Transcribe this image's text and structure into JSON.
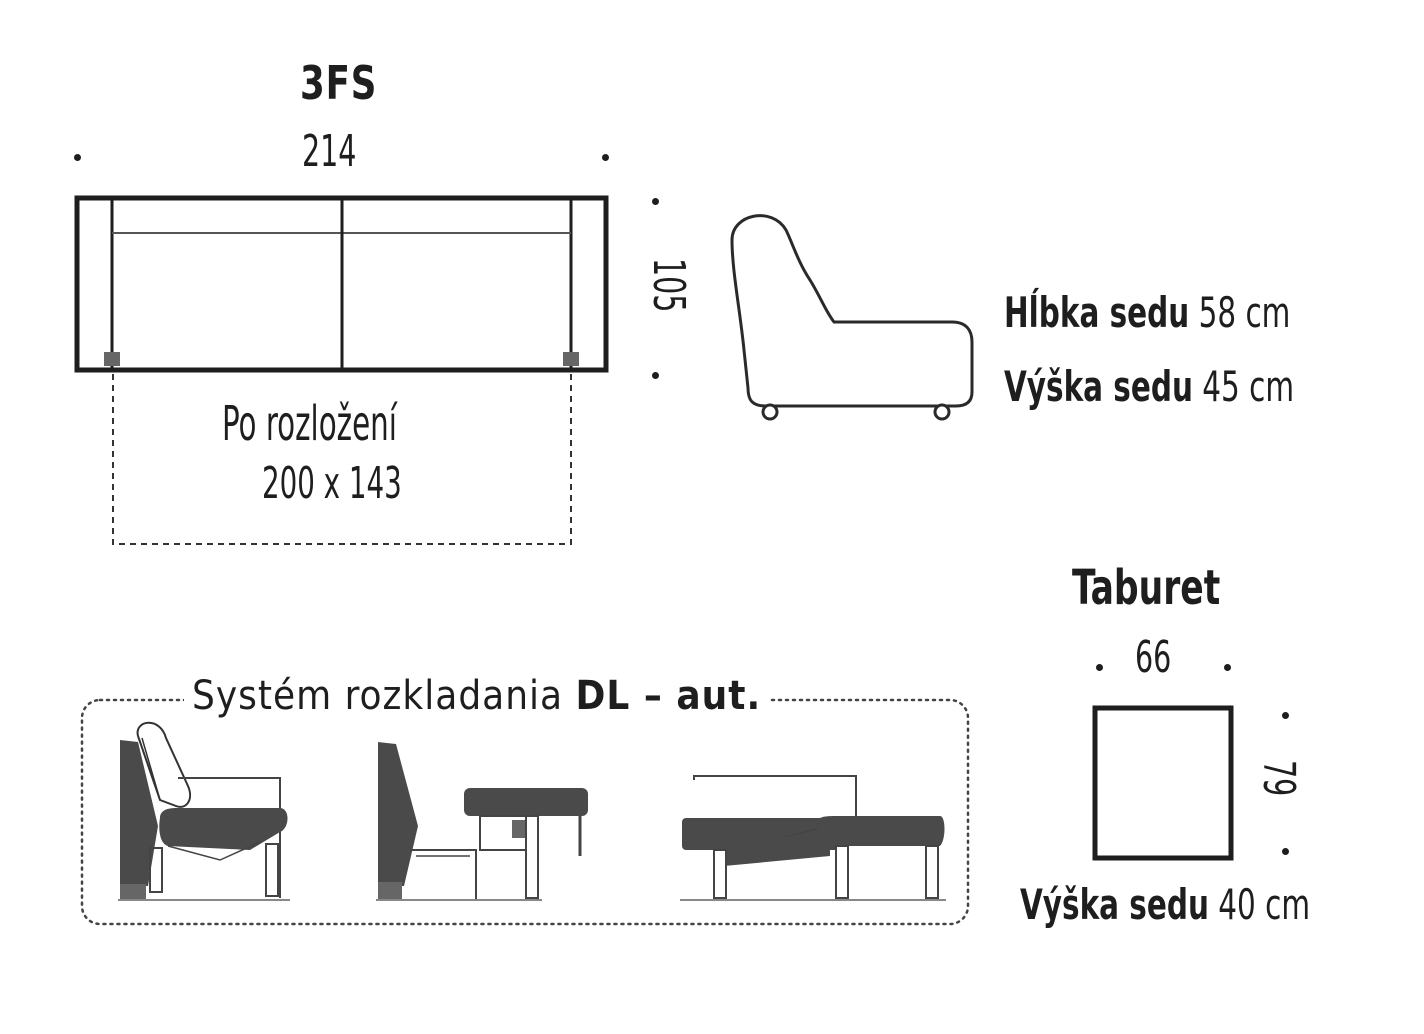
{
  "sofa": {
    "model": "3FS",
    "width": "214",
    "depth": "105",
    "unfolded_label": "Po rozložení",
    "unfolded_size": "200 x 143"
  },
  "specs": {
    "seat_depth": {
      "label": "Hĺbka sedu",
      "value": "58 cm"
    },
    "seat_height": {
      "label": "Výška sedu",
      "value": "45 cm"
    }
  },
  "mechanism": {
    "caption_prefix": "Systém rozkladania",
    "caption_bold": "DL – aut."
  },
  "taburet": {
    "title": "Taburet",
    "width": "66",
    "depth": "79",
    "seat_height": {
      "label": "Výška sedu",
      "value": "40 cm"
    }
  },
  "colors": {
    "line": "#1e1e1e",
    "fill_dark": "#4a4a4a"
  }
}
